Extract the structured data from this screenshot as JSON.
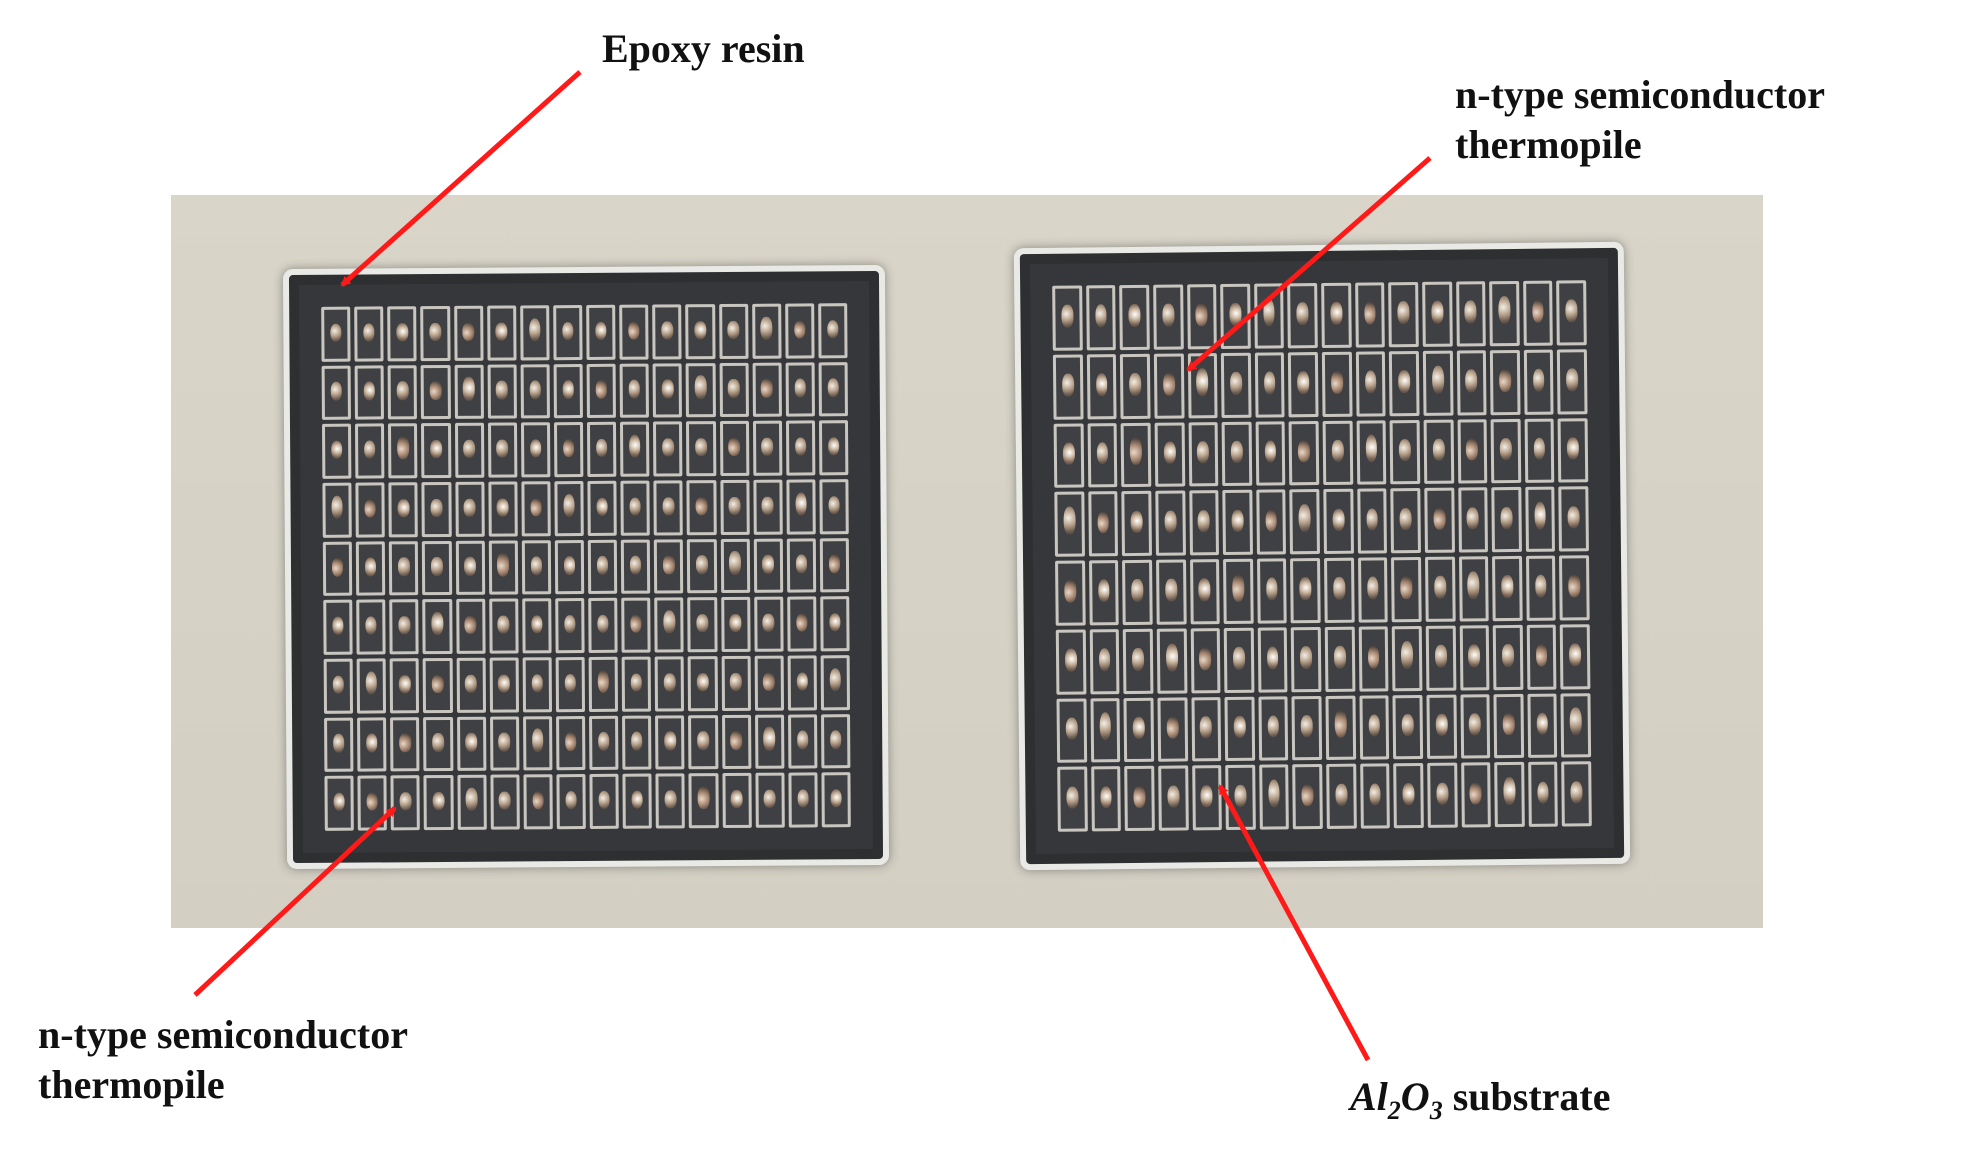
{
  "labels": {
    "epoxy": "Epoxy resin",
    "n_type_top": [
      "n-type semiconductor",
      "thermopile"
    ],
    "n_type_bottom": [
      "n-type semiconductor",
      "thermopile"
    ],
    "substrate": {
      "formula_base1": "Al",
      "formula_sub1": "2",
      "formula_base2": "O",
      "formula_sub2": "3",
      "suffix": " substrate"
    }
  },
  "colors": {
    "arrow": "#ff1a1a",
    "background": "#d6d2c6",
    "module": "#35373a"
  }
}
